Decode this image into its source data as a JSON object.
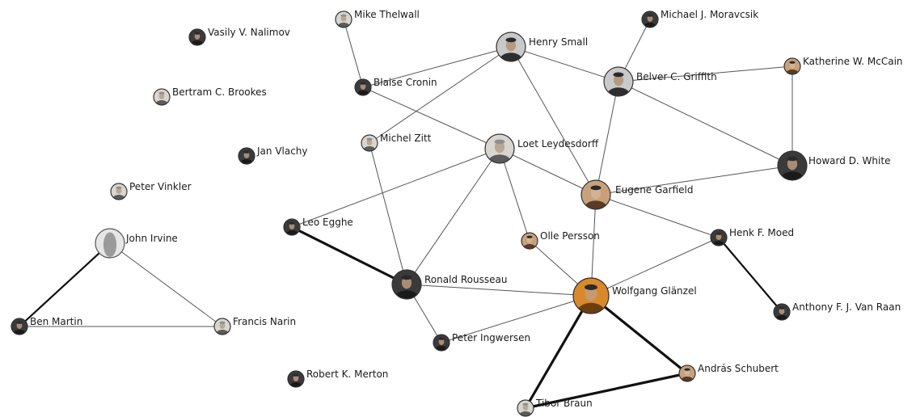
{
  "network": {
    "nodes": [
      {
        "id": "mike-thelwall",
        "label": "Mike Thelwall",
        "tone": "light",
        "size": "small"
      },
      {
        "id": "vasily-nalimov",
        "label": "Vasily V. Nalimov",
        "tone": "dark",
        "size": "small"
      },
      {
        "id": "henry-small",
        "label": "Henry Small",
        "tone": "mixed",
        "size": "medium"
      },
      {
        "id": "michael-moravcsik",
        "label": "Michael J. Moravcsik",
        "tone": "dark",
        "size": "small"
      },
      {
        "id": "belver-griffith",
        "label": "Belver C. Griffith",
        "tone": "mixed",
        "size": "medium"
      },
      {
        "id": "katherine-mccain",
        "label": "Katherine W. McCain",
        "tone": "warm",
        "size": "small"
      },
      {
        "id": "blaise-cronin",
        "label": "Blaise Cronin",
        "tone": "dark",
        "size": "small"
      },
      {
        "id": "bertram-brookes",
        "label": "Bertram C. Brookes",
        "tone": "light",
        "size": "small"
      },
      {
        "id": "michel-zitt",
        "label": "Michel Zitt",
        "tone": "light",
        "size": "small"
      },
      {
        "id": "loet-leydesdorff",
        "label": "Loet Leydesdorff",
        "tone": "light",
        "size": "medium"
      },
      {
        "id": "jan-vlachy",
        "label": "Jan Vlachy",
        "tone": "dark",
        "size": "small"
      },
      {
        "id": "howard-white",
        "label": "Howard D. White",
        "tone": "dark",
        "size": "medium"
      },
      {
        "id": "peter-vinkler",
        "label": "Peter  Vinkler",
        "tone": "light",
        "size": "small"
      },
      {
        "id": "eugene-garfield",
        "label": "Eugene Garfield",
        "tone": "warm",
        "size": "medium"
      },
      {
        "id": "leo-egghe",
        "label": "Leo Egghe",
        "tone": "dark",
        "size": "small"
      },
      {
        "id": "john-irvine",
        "label": "John Irvine",
        "tone": "blank",
        "size": "medium"
      },
      {
        "id": "olle-persson",
        "label": "Olle Persson",
        "tone": "warm",
        "size": "small"
      },
      {
        "id": "henk-moed",
        "label": "Henk F. Moed",
        "tone": "dark",
        "size": "small"
      },
      {
        "id": "ronald-rousseau",
        "label": "Ronald Rousseau",
        "tone": "dark",
        "size": "medium"
      },
      {
        "id": "wolfgang-glanzel",
        "label": "Wolfgang Glänzel",
        "tone": "orange",
        "size": "large"
      },
      {
        "id": "anthony-van-raan",
        "label": "Anthony F. J. Van Raan",
        "tone": "dark",
        "size": "small"
      },
      {
        "id": "ben-martin",
        "label": "Ben Martin",
        "tone": "dark",
        "size": "small"
      },
      {
        "id": "francis-narin",
        "label": "Francis Narin",
        "tone": "light",
        "size": "small"
      },
      {
        "id": "peter-ingwersen",
        "label": "Peter Ingwersen",
        "tone": "dark",
        "size": "small"
      },
      {
        "id": "robert-merton",
        "label": "Robert K. Merton",
        "tone": "dark",
        "size": "small"
      },
      {
        "id": "andras-schubert",
        "label": "András Schubert",
        "tone": "warm",
        "size": "small"
      },
      {
        "id": "tibor-braun",
        "label": "Tibor Braun",
        "tone": "light",
        "size": "small"
      }
    ],
    "edges": [
      {
        "source": "mike-thelwall",
        "target": "blaise-cronin",
        "weight": 1
      },
      {
        "source": "blaise-cronin",
        "target": "henry-small",
        "weight": 1
      },
      {
        "source": "blaise-cronin",
        "target": "loet-leydesdorff",
        "weight": 1
      },
      {
        "source": "henry-small",
        "target": "belver-griffith",
        "weight": 1
      },
      {
        "source": "henry-small",
        "target": "michel-zitt",
        "weight": 1
      },
      {
        "source": "henry-small",
        "target": "eugene-garfield",
        "weight": 1
      },
      {
        "source": "michael-moravcsik",
        "target": "belver-griffith",
        "weight": 1
      },
      {
        "source": "belver-griffith",
        "target": "katherine-mccain",
        "weight": 1
      },
      {
        "source": "belver-griffith",
        "target": "howard-white",
        "weight": 1
      },
      {
        "source": "belver-griffith",
        "target": "eugene-garfield",
        "weight": 1
      },
      {
        "source": "katherine-mccain",
        "target": "howard-white",
        "weight": 1
      },
      {
        "source": "howard-white",
        "target": "eugene-garfield",
        "weight": 1
      },
      {
        "source": "michel-zitt",
        "target": "ronald-rousseau",
        "weight": 1
      },
      {
        "source": "loet-leydesdorff",
        "target": "eugene-garfield",
        "weight": 1
      },
      {
        "source": "loet-leydesdorff",
        "target": "leo-egghe",
        "weight": 1
      },
      {
        "source": "loet-leydesdorff",
        "target": "ronald-rousseau",
        "weight": 1
      },
      {
        "source": "loet-leydesdorff",
        "target": "olle-persson",
        "weight": 1
      },
      {
        "source": "eugene-garfield",
        "target": "henk-moed",
        "weight": 1
      },
      {
        "source": "eugene-garfield",
        "target": "wolfgang-glanzel",
        "weight": 1
      },
      {
        "source": "leo-egghe",
        "target": "ronald-rousseau",
        "weight": 3
      },
      {
        "source": "olle-persson",
        "target": "wolfgang-glanzel",
        "weight": 1
      },
      {
        "source": "henk-moed",
        "target": "wolfgang-glanzel",
        "weight": 1
      },
      {
        "source": "henk-moed",
        "target": "anthony-van-raan",
        "weight": 2
      },
      {
        "source": "ronald-rousseau",
        "target": "wolfgang-glanzel",
        "weight": 1
      },
      {
        "source": "ronald-rousseau",
        "target": "peter-ingwersen",
        "weight": 1
      },
      {
        "source": "peter-ingwersen",
        "target": "wolfgang-glanzel",
        "weight": 1
      },
      {
        "source": "wolfgang-glanzel",
        "target": "andras-schubert",
        "weight": 3
      },
      {
        "source": "wolfgang-glanzel",
        "target": "tibor-braun",
        "weight": 3
      },
      {
        "source": "andras-schubert",
        "target": "tibor-braun",
        "weight": 3
      },
      {
        "source": "john-irvine",
        "target": "ben-martin",
        "weight": 2
      },
      {
        "source": "john-irvine",
        "target": "francis-narin",
        "weight": 1
      },
      {
        "source": "ben-martin",
        "target": "francis-narin",
        "weight": 1
      }
    ]
  }
}
